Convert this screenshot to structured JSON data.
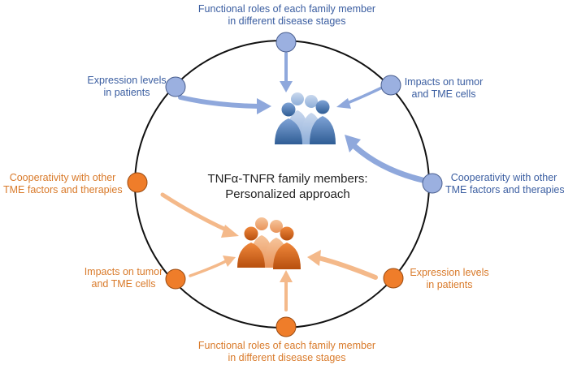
{
  "colors": {
    "blue_node": "#9bb0e0",
    "blue_arrow": "#8fa8dc",
    "blue_text": "#3b5ea1",
    "orange_node": "#ef7d2a",
    "orange_arrow": "#f4b98a",
    "orange_text": "#d97a2a",
    "ring": "#111111"
  },
  "center": {
    "line1": "TNFα-TNFR family members:",
    "line2": "Personalized approach"
  },
  "blue_labels": {
    "top_line1": "Functional roles of each family member",
    "top_line2": "in different disease stages",
    "left_line1": "Expression levels",
    "left_line2": "in patients",
    "right_line1": "Impacts on tumor",
    "right_line2": "and TME cells",
    "lower_right_line1": "Cooperativity with other",
    "lower_right_line2": "TME factors and therapies"
  },
  "orange_labels": {
    "left_line1": "Cooperativity with other",
    "left_line2": "TME factors and therapies",
    "lower_left_line1": "Impacts on tumor",
    "lower_left_line2": "and TME cells",
    "right_line1": "Expression levels",
    "right_line2": "in patients",
    "bottom_line1": "Functional roles of each family member",
    "bottom_line2": "in different disease stages"
  },
  "icons": {
    "blue_group": "people-group-icon",
    "orange_group": "people-group-icon"
  }
}
